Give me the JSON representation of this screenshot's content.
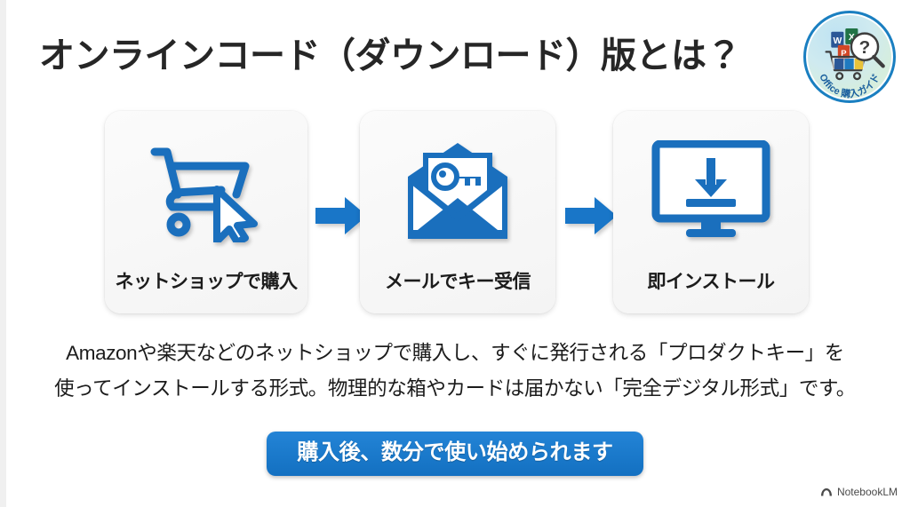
{
  "slide": {
    "title": "オンラインコード（ダウンロード）版とは？",
    "background_color": "#ffffff",
    "accent_color": "#1774c4",
    "icon_color": "#1a6fbd",
    "text_color": "#1c1c1c"
  },
  "badge": {
    "name": "office-purchase-guide-badge",
    "curved_text": "Office 購入ガイド",
    "ring_color": "#1a7fc1",
    "app_tiles": [
      {
        "letter": "W",
        "color": "#2b5797"
      },
      {
        "letter": "X",
        "color": "#217346"
      },
      {
        "letter": "P",
        "color": "#d24726"
      }
    ],
    "question_mark": "?"
  },
  "steps": [
    {
      "icon": "shopping-cart-cursor-icon",
      "label": "ネットショップで購入"
    },
    {
      "icon": "envelope-key-icon",
      "label": "メールでキー受信"
    },
    {
      "icon": "monitor-download-icon",
      "label": "即インストール"
    }
  ],
  "arrows": [
    {
      "name": "arrow-step1-to-step2",
      "glyph": "right-arrow-icon"
    },
    {
      "name": "arrow-step2-to-step3",
      "glyph": "right-arrow-icon"
    }
  ],
  "body": {
    "line1": "Amazonや楽天などのネットショップで購入し、すぐに発行される「プロダクトキー」を",
    "line2": "使ってインストールする形式。物理的な箱やカードは届かない「完全デジタル形式」です。"
  },
  "callout": {
    "label": "購入後、数分で使い始められます",
    "background_color": "#1774c4",
    "text_color": "#ffffff"
  },
  "watermark": {
    "label": "NotebookLM",
    "icon": "notebooklm-icon"
  }
}
